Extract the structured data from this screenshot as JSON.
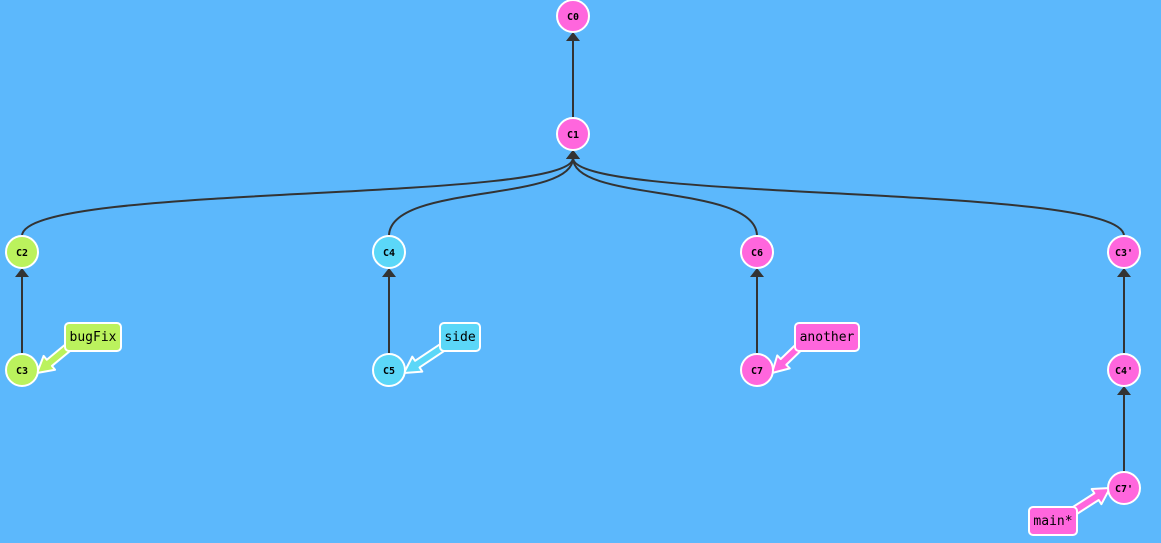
{
  "colors": {
    "background": "#5cb8fc",
    "edge": "#333333",
    "node_stroke": "#ffffff",
    "magenta": "#ff66dd",
    "lime": "#bbf25d",
    "cyan": "#5bd7f8"
  },
  "commits": [
    {
      "id": "C0",
      "label": "C0",
      "color": "#ff66dd"
    },
    {
      "id": "C1",
      "label": "C1",
      "color": "#ff66dd"
    },
    {
      "id": "C2",
      "label": "C2",
      "color": "#bbf25d"
    },
    {
      "id": "C3",
      "label": "C3",
      "color": "#bbf25d"
    },
    {
      "id": "C4",
      "label": "C4",
      "color": "#5bd7f8"
    },
    {
      "id": "C5",
      "label": "C5",
      "color": "#5bd7f8"
    },
    {
      "id": "C6",
      "label": "C6",
      "color": "#ff66dd"
    },
    {
      "id": "C7",
      "label": "C7",
      "color": "#ff66dd"
    },
    {
      "id": "C3p",
      "label": "C3'",
      "color": "#ff66dd"
    },
    {
      "id": "C4p",
      "label": "C4'",
      "color": "#ff66dd"
    },
    {
      "id": "C7p",
      "label": "C7'",
      "color": "#ff66dd"
    }
  ],
  "edges": [
    {
      "from": "C1",
      "to": "C0"
    },
    {
      "from": "C2",
      "to": "C1"
    },
    {
      "from": "C4",
      "to": "C1"
    },
    {
      "from": "C6",
      "to": "C1"
    },
    {
      "from": "C3p",
      "to": "C1"
    },
    {
      "from": "C3",
      "to": "C2"
    },
    {
      "from": "C5",
      "to": "C4"
    },
    {
      "from": "C7",
      "to": "C6"
    },
    {
      "from": "C4p",
      "to": "C3p"
    },
    {
      "from": "C7p",
      "to": "C4p"
    }
  ],
  "branches": [
    {
      "name": "bugFix",
      "target": "C3",
      "color": "#bbf25d"
    },
    {
      "name": "side",
      "target": "C5",
      "color": "#5bd7f8"
    },
    {
      "name": "another",
      "target": "C7",
      "color": "#ff66dd"
    },
    {
      "name": "main*",
      "target": "C7p",
      "color": "#ff66dd"
    }
  ]
}
